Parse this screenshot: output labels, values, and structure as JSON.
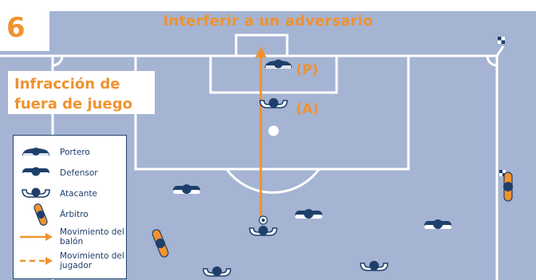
{
  "figure": {
    "number": "6",
    "heading": "Interferir a un adversario",
    "infraction_label": "Infracción de fuera de juego",
    "tag_goalkeeper": "(P)",
    "tag_attacker": "(A)"
  },
  "legend": {
    "items": [
      {
        "label": "Portero",
        "icon": "goalkeeper-icon"
      },
      {
        "label": "Defensor",
        "icon": "defender-icon"
      },
      {
        "label": "Atacante",
        "icon": "attacker-icon"
      },
      {
        "label": "Árbitro",
        "icon": "referee-icon"
      },
      {
        "label": "Movimiento del balón",
        "icon": "ball-movement-arrow-icon"
      },
      {
        "label": "Movimiento del jugador",
        "icon": "player-movement-arrow-icon"
      }
    ]
  },
  "colors": {
    "pitch": "#a5b4d3",
    "lines": "#ffffff",
    "accent": "#f0922e",
    "navy": "#1e3f6b"
  }
}
